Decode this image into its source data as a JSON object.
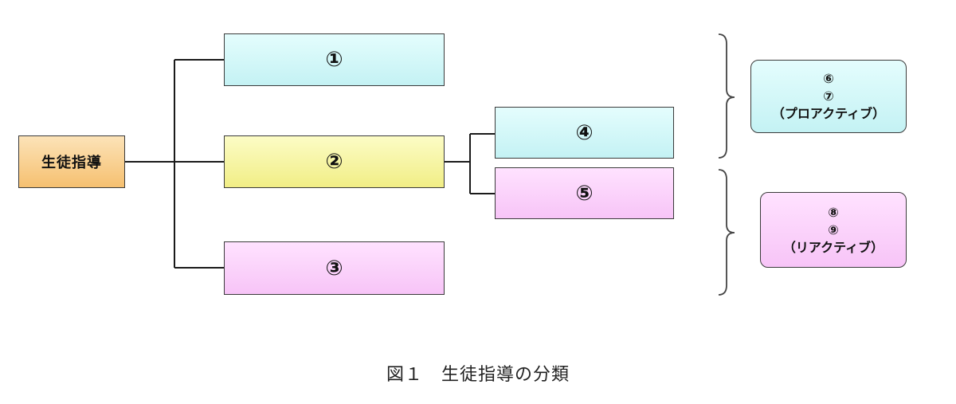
{
  "root": {
    "label": "生徒指導"
  },
  "branches": [
    {
      "label": "①",
      "color": "#c8f4f6"
    },
    {
      "label": "②",
      "color": "#f3f08e"
    },
    {
      "label": "③",
      "color": "#f8c8f8"
    }
  ],
  "sub_branches": [
    {
      "label": "④",
      "color": "#c8f4f6"
    },
    {
      "label": "⑤",
      "color": "#f8c8f8"
    }
  ],
  "groups": [
    {
      "line1": "⑥",
      "line2": "⑦",
      "line3": "（プロアクティブ）",
      "color": "#c8f4f6"
    },
    {
      "line1": "⑧",
      "line2": "⑨",
      "line3": "（リアクティブ）",
      "color": "#f8c8f8"
    }
  ],
  "caption": "図１　生徒指導の分類",
  "colors": {
    "line": "#1a1a1a",
    "border": "#3a3a3a"
  }
}
